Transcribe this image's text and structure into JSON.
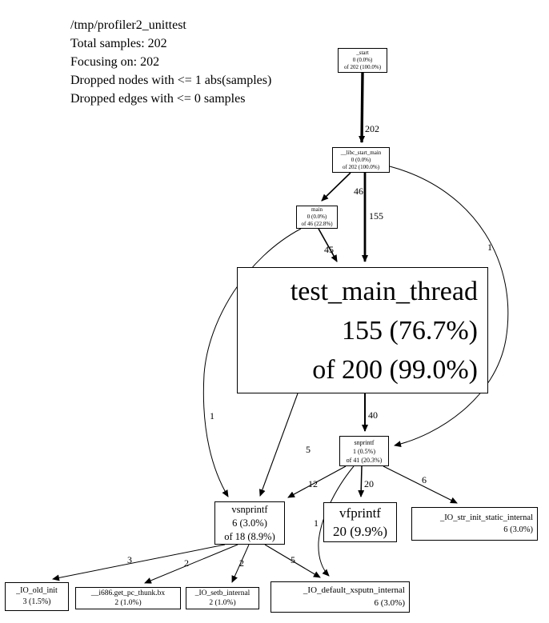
{
  "header": {
    "lines": [
      "/tmp/profiler2_unittest",
      "Total samples: 202",
      "Focusing on: 202",
      "Dropped nodes with <= 1 abs(samples)",
      "Dropped edges with <= 0 samples"
    ]
  },
  "graph": {
    "nodes": {
      "start": {
        "name": "_start",
        "count": "0 (0.0%)",
        "cum": "of 202 (100.0%)"
      },
      "libc": {
        "name": "__libc_start_main",
        "count": "0 (0.0%)",
        "cum": "of 202 (100.0%)"
      },
      "main": {
        "name": "main",
        "count": "0 (0.0%)",
        "cum": "of 46 (22.8%)"
      },
      "tmt": {
        "name": "test_main_thread",
        "count": "155 (76.7%)",
        "cum": "of 200 (99.0%)"
      },
      "snprintf": {
        "name": "snprintf",
        "count": "1 (0.5%)",
        "cum": "of 41 (20.3%)"
      },
      "vsnprintf": {
        "name": "vsnprintf",
        "count": "6 (3.0%)",
        "cum": "of 18 (8.9%)"
      },
      "vfprintf": {
        "name": "vfprintf",
        "count": "20 (9.9%)"
      },
      "iostr": {
        "name": "_IO_str_init_static_internal",
        "count": "6 (3.0%)"
      },
      "ioold": {
        "name": "_IO_old_init",
        "count": "3 (1.5%)"
      },
      "i686": {
        "name": "__i686.get_pc_thunk.bx",
        "count": "2 (1.0%)"
      },
      "iosetb": {
        "name": "_IO_setb_internal",
        "count": "2 (1.0%)"
      },
      "ioxsputn": {
        "name": "_IO_default_xsputn_internal",
        "count": "6 (3.0%)"
      }
    },
    "edges": [
      {
        "from": "_start",
        "to": "__libc_start_main",
        "label": "202"
      },
      {
        "from": "__libc_start_main",
        "to": "main",
        "label": "46"
      },
      {
        "from": "__libc_start_main",
        "to": "test_main_thread",
        "label": "155"
      },
      {
        "from": "main",
        "to": "test_main_thread",
        "label": "45"
      },
      {
        "from": "__libc_start_main",
        "to": "snprintf",
        "label": "1"
      },
      {
        "from": "test_main_thread",
        "to": "snprintf",
        "label": "40"
      },
      {
        "from": "test_main_thread",
        "to": "vsnprintf",
        "label": "5"
      },
      {
        "from": "snprintf",
        "to": "vsnprintf",
        "label": "12"
      },
      {
        "from": "main",
        "to": "vsnprintf",
        "label": "1"
      },
      {
        "from": "snprintf",
        "to": "vfprintf",
        "label": "20"
      },
      {
        "from": "snprintf",
        "to": "_IO_str_init_static_internal",
        "label": "6"
      },
      {
        "from": "snprintf",
        "to": "_IO_default_xsputn_internal",
        "label": "1"
      },
      {
        "from": "vsnprintf",
        "to": "_IO_old_init",
        "label": "3"
      },
      {
        "from": "vsnprintf",
        "to": "__i686.get_pc_thunk.bx",
        "label": "2"
      },
      {
        "from": "vsnprintf",
        "to": "_IO_setb_internal",
        "label": "2"
      },
      {
        "from": "vsnprintf",
        "to": "_IO_default_xsputn_internal",
        "label": "5"
      }
    ]
  }
}
